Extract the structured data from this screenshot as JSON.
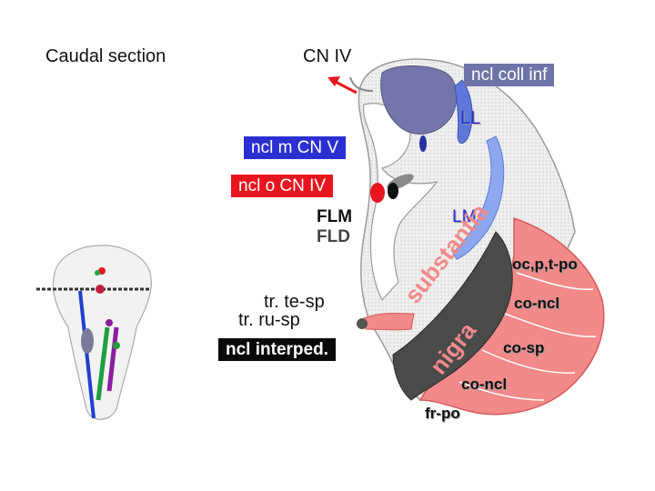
{
  "labels": {
    "caudal_section": "Caudal section",
    "cn_iv": "CN IV",
    "ncl_coll_inf": "ncl coll inf",
    "ll": "LL",
    "ncl_m_cn_v": "ncl m CN V",
    "ncl_o_cn_iv": "ncl o CN IV",
    "flm": "FLM",
    "fld": "FLD",
    "lm": "LM",
    "tr_te_sp": "tr. te-sp",
    "tr_ru_sp": "tr. ru-sp",
    "ncl_interped": "ncl interped.",
    "substantia": "substantia",
    "nigra": "nigra",
    "oc_p_t_po": "oc,p,t-po",
    "co_ncl_1": "co-ncl",
    "co_sp": "co-sp",
    "co_ncl_2": "co-ncl",
    "fr_po": "fr-po"
  },
  "colors": {
    "blue_box": "#2b2fcf",
    "purple_box": "#6e74a8",
    "red_box": "#e8151f",
    "black_box": "#0a0a0a",
    "peduncle": "#f28a8a",
    "substantia_nigra": "#4a4a4a",
    "collicle": "#7476ab",
    "lemniscus": "#6f8ee8"
  }
}
